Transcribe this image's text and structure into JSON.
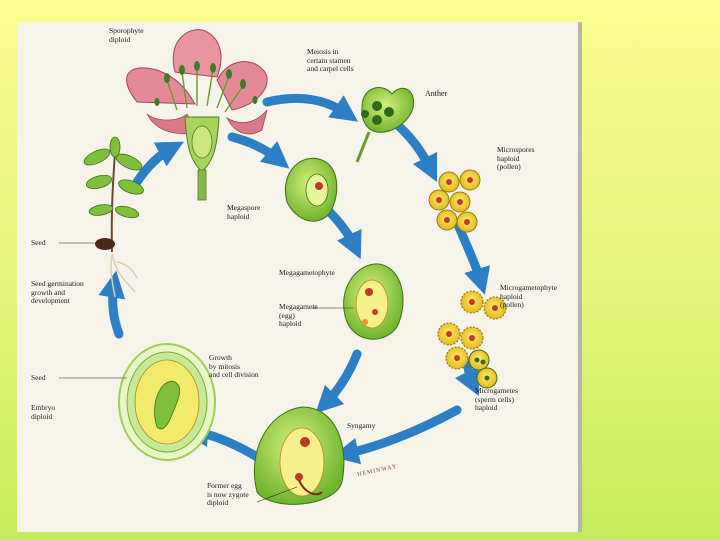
{
  "labels": {
    "sporophyte": "Sporophyte\ndiploid",
    "meiosis": "Meiosis in\ncertain stamen\nand carpel cells",
    "anther": "Anther",
    "microspores": "Microspores\nhaploid\n(pollen)",
    "megaspore": "Megaspore\nhaploid",
    "seed_top": "Seed",
    "megagametophyte": "Megagametophyte",
    "seed_germination": "Seed germination\ngrowth and\ndevelopment",
    "microgametophyte": "Microgametophyte\nhaploid\n(pollen)",
    "megagamete": "Megagamete\n(egg)\nhaploid",
    "growth": "Growth\nby mitosis\nand cell division",
    "seed_bottom": "Seed",
    "microgametes": "Microgametes\n(sperm cells)\nhaploid",
    "embryo": "Embryo\ndiploid",
    "syngamy": "Syngamy",
    "former_egg": "Former egg\nis now zygote\ndiploid"
  },
  "artist_signature": "HEMINWAY",
  "colors": {
    "background_top": "#fcfc8e",
    "background_bottom": "#c6ea5e",
    "arrow_blue": "#2c7fc4",
    "petal_pink": "#e48a97",
    "plant_green": "#7fbf3a",
    "pollen_yellow": "#f2cf3a",
    "nucleus_red": "#c0392b"
  }
}
